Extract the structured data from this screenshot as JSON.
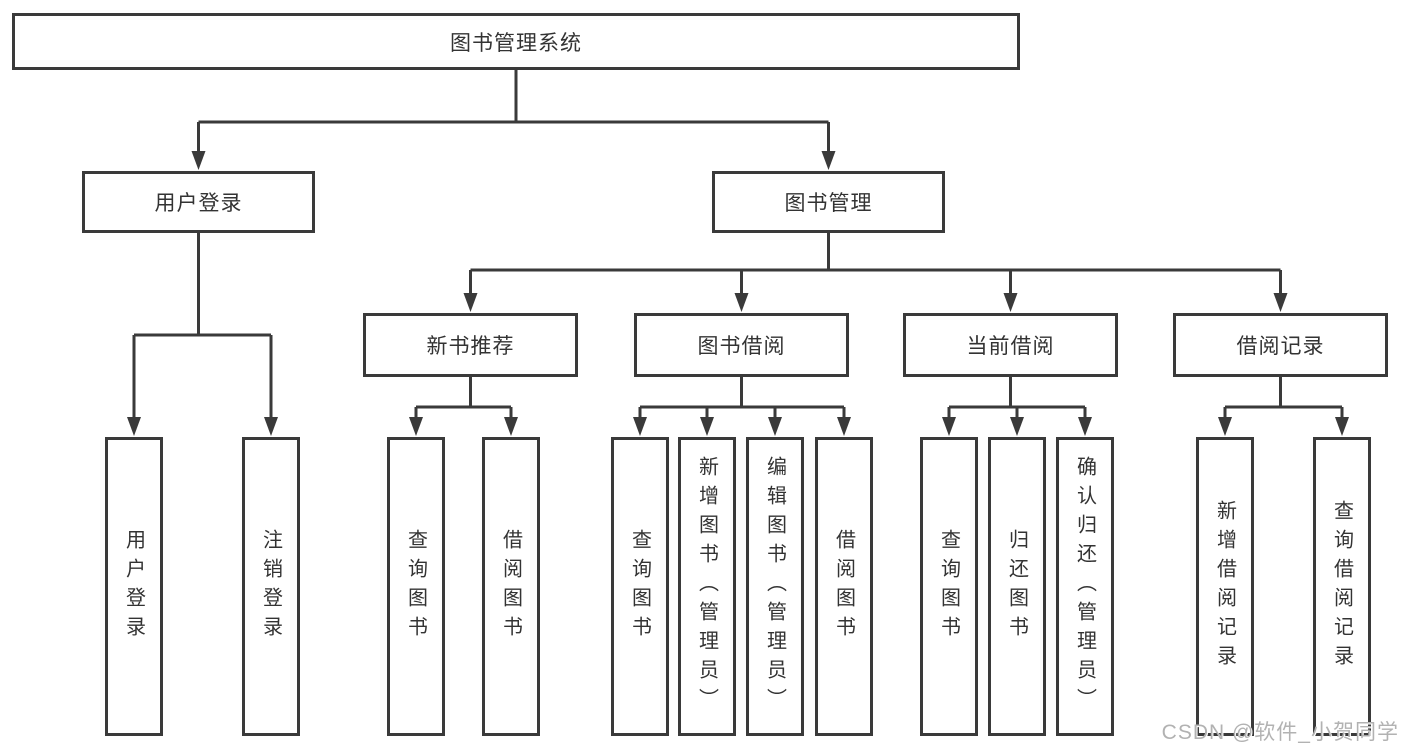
{
  "diagram_title": "图书管理系统",
  "tree": {
    "root": {
      "label": "图书管理系统"
    },
    "branches": [
      {
        "label": "用户登录",
        "children": [
          {
            "label": "用户登录"
          },
          {
            "label": "注销登录"
          }
        ]
      },
      {
        "label": "图书管理",
        "children": [
          {
            "label": "新书推荐",
            "children": [
              {
                "label": "查询图书"
              },
              {
                "label": "借阅图书"
              }
            ]
          },
          {
            "label": "图书借阅",
            "children": [
              {
                "label": "查询图书"
              },
              {
                "label": "新增图书（管理员）"
              },
              {
                "label": "编辑图书（管理员）"
              },
              {
                "label": "借阅图书"
              }
            ]
          },
          {
            "label": "当前借阅",
            "children": [
              {
                "label": "查询图书"
              },
              {
                "label": "归还图书"
              },
              {
                "label": "确认归还（管理员）"
              }
            ]
          },
          {
            "label": "借阅记录",
            "children": [
              {
                "label": "新增借阅记录"
              },
              {
                "label": "查询借阅记录"
              }
            ]
          }
        ]
      }
    ]
  },
  "watermark": {
    "text": "CSDN @软件_小贺同学"
  },
  "style": {
    "line_color": "#3a3a3a",
    "box_border_color": "#3a3a3a",
    "box_fill": "#ffffff",
    "text_color": "#333333",
    "watermark_color": "#b2b2b2",
    "background": "#ffffff"
  }
}
